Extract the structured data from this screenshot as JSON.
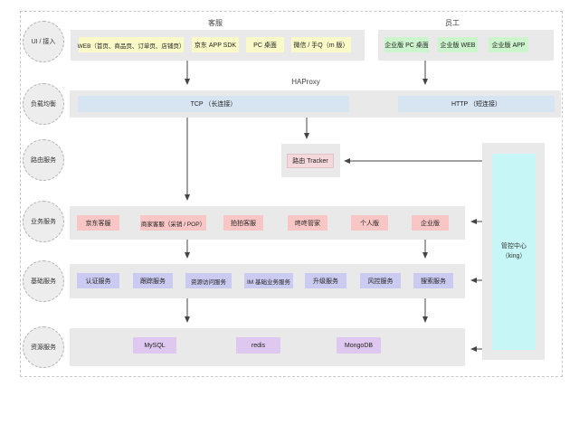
{
  "layer_circles": [
    {
      "label": "UI / 接入"
    },
    {
      "label": "负载均衡"
    },
    {
      "label": "路由服务"
    },
    {
      "label": "业务服务"
    },
    {
      "label": "基础服务"
    },
    {
      "label": "资源服务"
    }
  ],
  "ui_row": {
    "client_group_label": "客服",
    "client_boxes": [
      "WEB（首页、商品页、订单页、店铺页）",
      "京东 APP SDK",
      "PC 桌面",
      "微信 / 手Q（m 版）"
    ],
    "staff_group_label": "员工",
    "staff_boxes": [
      "企业版 PC 桌面",
      "企业版 WEB",
      "企业版 APP"
    ]
  },
  "load_balance_row": {
    "label": "HAProxy",
    "tcp_box": "TCP （长连接）",
    "http_box": "HTTP （短连接）"
  },
  "routing_row": {
    "tracker_box": "路由 Tracker"
  },
  "business_row": {
    "boxes": [
      "京东客服",
      "商家客服（采销 / POP）",
      "拍拍客服",
      "咚咚管家",
      "个人版",
      "企业版"
    ]
  },
  "base_row": {
    "boxes": [
      "认证服务",
      "跟踪服务",
      "资源访问服务",
      "IM 基础业务服务",
      "升级服务",
      "风控服务",
      "搜索服务"
    ]
  },
  "resource_row": {
    "boxes": [
      "MySQL",
      "redis",
      "MongoDB"
    ]
  },
  "control_center": {
    "label": "管控中心",
    "sublabel": "（king）"
  },
  "colors": {
    "client_ui": "#fafac8",
    "staff_ui": "#cdf5cd",
    "load_balance": "#d7e5f3",
    "routing": "#f4d8dc",
    "business": "#f9c6c6",
    "base_service": "#cbcbf1",
    "resource": "#dfc8ef",
    "control_center": "#c6f6f6",
    "row_container": "#e9e9e9"
  }
}
